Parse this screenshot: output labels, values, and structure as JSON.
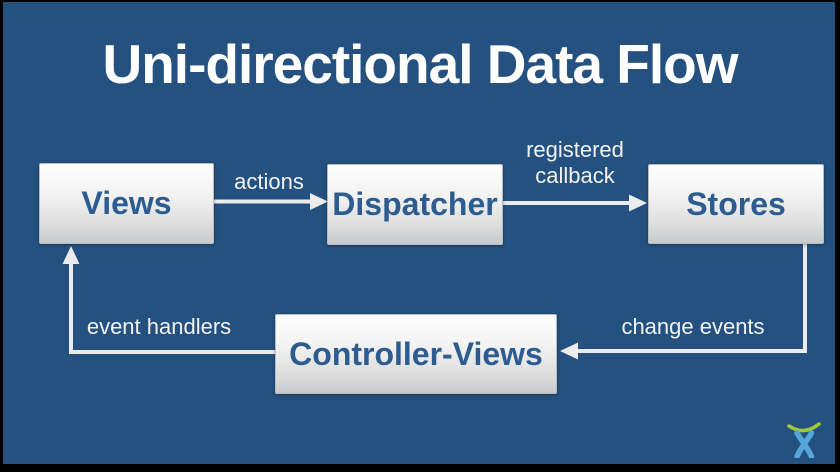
{
  "slide": {
    "title": "Uni-directional Data Flow",
    "background_color": "#24517F",
    "frame_color": "#000000",
    "arrow_color": "#ECECEC",
    "box_text_color": "#2C5C90",
    "label_color": "#F2F2F2"
  },
  "nodes": [
    {
      "id": "views",
      "label": "Views"
    },
    {
      "id": "dispatcher",
      "label": "Dispatcher"
    },
    {
      "id": "stores",
      "label": "Stores"
    },
    {
      "id": "controller-views",
      "label": "Controller-Views"
    }
  ],
  "edges": [
    {
      "from": "views",
      "to": "dispatcher",
      "label": "actions"
    },
    {
      "from": "dispatcher",
      "to": "stores",
      "label": "registered callback"
    },
    {
      "from": "stores",
      "to": "controller-views",
      "label": "change events"
    },
    {
      "from": "controller-views",
      "to": "views",
      "label": "event handlers"
    }
  ],
  "logo": {
    "name": "atlassian-logo",
    "arc_color": "#9DC93B",
    "figure_color": "#55A7DB"
  }
}
